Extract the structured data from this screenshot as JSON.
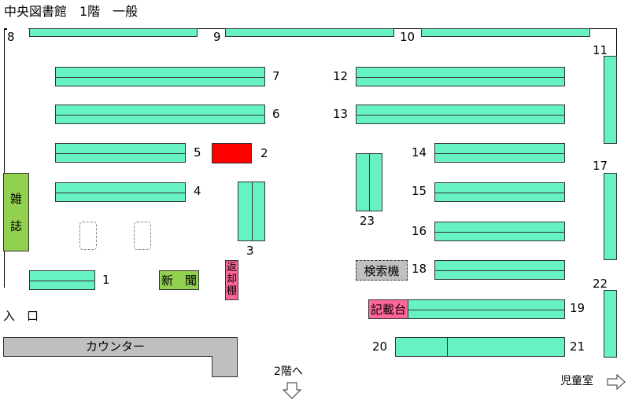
{
  "title": "中央図書館　1階　一般",
  "shelf_numbers": [
    "1",
    "2",
    "3",
    "4",
    "5",
    "6",
    "7",
    "8",
    "9",
    "10",
    "11",
    "12",
    "13",
    "14",
    "15",
    "16",
    "17",
    "18",
    "19",
    "20",
    "21",
    "22",
    "23"
  ],
  "labels": {
    "magazines": "雑誌",
    "magazines_1": "雑",
    "magazines_2": "誌",
    "newspapers": "新　聞",
    "return_shelf": "返却棚",
    "return_1": "返",
    "return_2": "却",
    "return_3": "棚",
    "search_terminal": "検索機",
    "writing_desk": "記載台",
    "entrance": "入　口",
    "counter": "カウンター",
    "to_2f": "2階へ",
    "childrens_room": "児童室"
  },
  "colors": {
    "shelf": "#66f2c4",
    "magazines": "#92d050",
    "newspapers": "#92d050",
    "return_shelf": "#ff6699",
    "writing_desk": "#ff6699",
    "highlight_shelf_2": "#ff0000",
    "search_terminal": "#c0c0c0",
    "counter": "#bfbfbf"
  },
  "icons": [
    "arrow-down-icon",
    "arrow-right-icon"
  ]
}
